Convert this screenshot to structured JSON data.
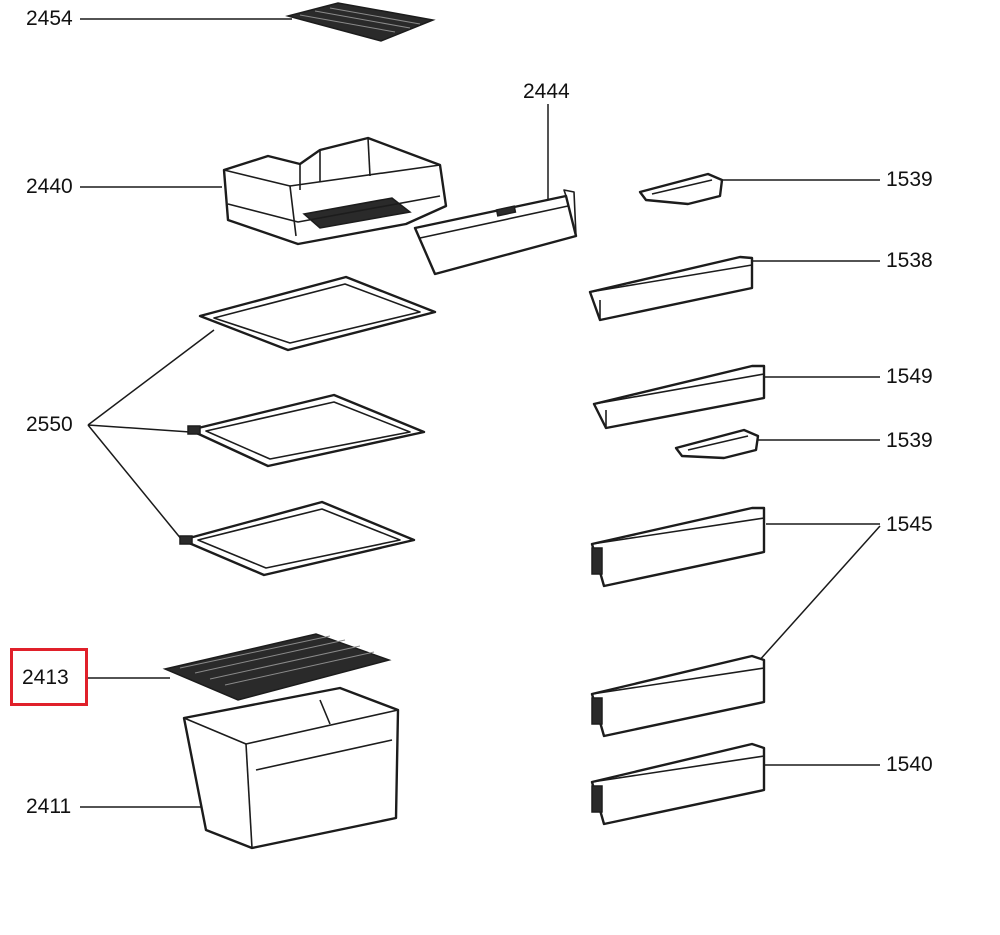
{
  "callouts": [
    {
      "id": "2454"
    },
    {
      "id": "2444"
    },
    {
      "id": "2440"
    },
    {
      "id": "1539"
    },
    {
      "id": "1538"
    },
    {
      "id": "1549"
    },
    {
      "id": "2550"
    },
    {
      "id": "1539"
    },
    {
      "id": "1545"
    },
    {
      "id": "2413",
      "highlighted": true
    },
    {
      "id": "1540"
    },
    {
      "id": "2411"
    }
  ],
  "highlight_color": "#e0202a"
}
